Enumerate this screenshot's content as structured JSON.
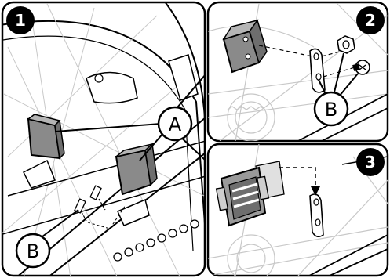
{
  "steps": [
    {
      "number": "1"
    },
    {
      "number": "2"
    },
    {
      "number": "3"
    }
  ],
  "callouts": {
    "panel1_part": "A",
    "panel1_bolt": "B",
    "panel2_bolt": "B"
  },
  "colors": {
    "ink": "#000000",
    "paper": "#ffffff",
    "part_fill": "#8a8a8a",
    "part_light": "#b5b5b5",
    "ghost": "#c8c8c8"
  }
}
